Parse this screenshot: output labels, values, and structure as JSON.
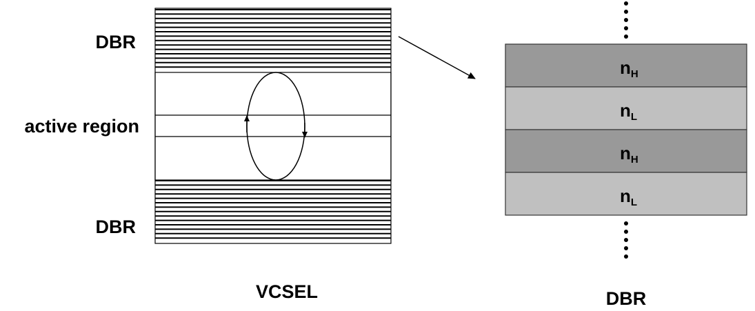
{
  "vcsel": {
    "caption": "VCSEL",
    "top_mirror_label": "DBR",
    "active_label": "active region",
    "bottom_mirror_label": "DBR"
  },
  "dbr_detail": {
    "caption": "DBR",
    "layers": [
      {
        "base": "n",
        "sub": "H",
        "color": "#999999"
      },
      {
        "base": "n",
        "sub": "L",
        "color": "#c0c0c0"
      },
      {
        "base": "n",
        "sub": "H",
        "color": "#999999"
      },
      {
        "base": "n",
        "sub": "L",
        "color": "#c0c0c0"
      }
    ]
  }
}
